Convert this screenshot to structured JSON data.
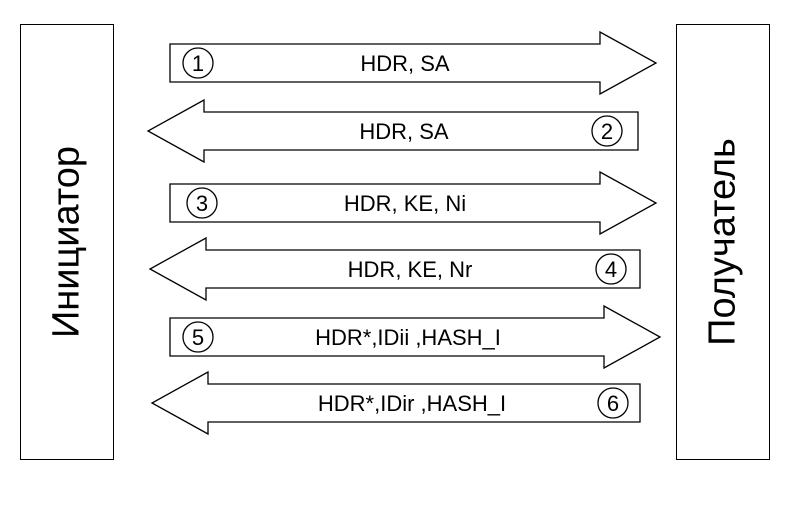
{
  "parties": {
    "initiator": "Инициатор",
    "responder": "Получатель"
  },
  "messages": [
    {
      "step": "1",
      "label": "HDR, SA",
      "direction": "right"
    },
    {
      "step": "2",
      "label": "HDR, SA",
      "direction": "left"
    },
    {
      "step": "3",
      "label": "HDR, KE, Ni",
      "direction": "right"
    },
    {
      "step": "4",
      "label": "HDR, KE, Nr",
      "direction": "left"
    },
    {
      "step": "5",
      "label": "HDR*,IDii ,HASH_I",
      "direction": "right"
    },
    {
      "step": "6",
      "label": "HDR*,IDir ,HASH_I",
      "direction": "left"
    }
  ]
}
